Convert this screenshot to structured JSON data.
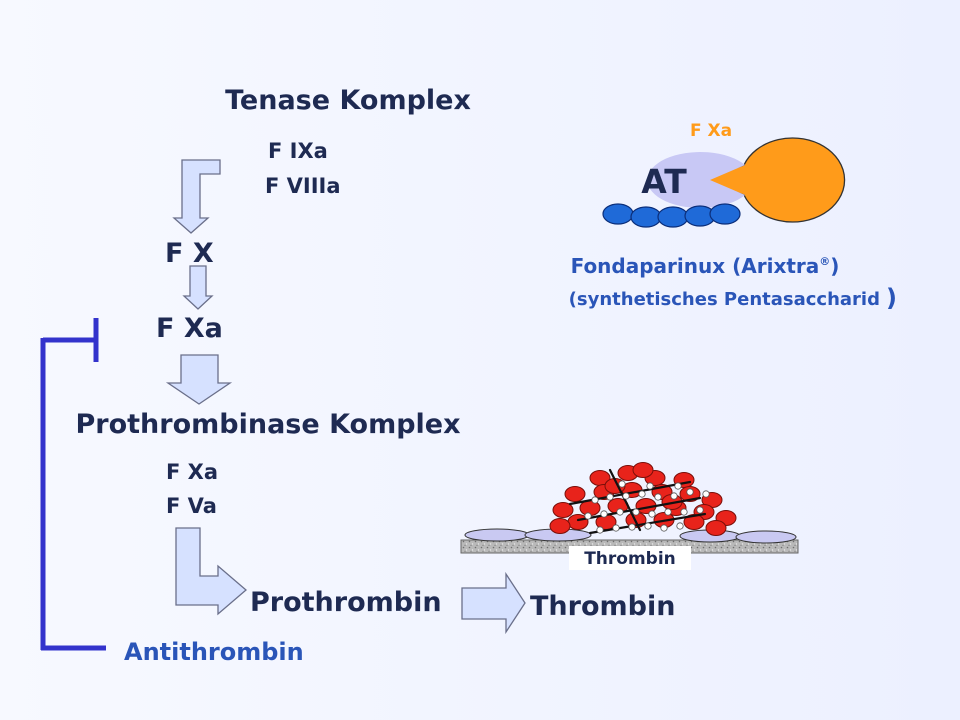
{
  "colors": {
    "text_dark": "#1e2a52",
    "text_blue": "#2a55b8",
    "inhibitor_line": "#3333cc",
    "arrow_fill": "#d6e1ff",
    "arrow_stroke": "#6a6f8a",
    "fxa_orange": "#ff9b1a",
    "at_lavender": "#c8c8f5",
    "pentasaccharide_blue": "#1f6ad8",
    "platelet_red": "#e8231b"
  },
  "cascade": {
    "tenase_title": "Tenase Komplex",
    "tenase_factor_1": "F IXa",
    "tenase_factor_2": "F VIIIa",
    "fx": "F X",
    "fxa": "F Xa",
    "prothrombinase_title": "Prothrombinase Komplex",
    "prothrombinase_factor_1": "F Xa",
    "prothrombinase_factor_2": "F Va",
    "prothrombin": "Prothrombin",
    "thrombin": "Thrombin",
    "antithrombin": "Antithrombin"
  },
  "complex": {
    "fxa_label": "F Xa",
    "at_label": "AT",
    "drug_name": "Fondaparinux (Arixtra",
    "drug_trademark": "®",
    "drug_name_close": ")",
    "drug_subtitle": "(synthetisches Pentasaccharid",
    "drug_subtitle_close": ")"
  },
  "clot": {
    "thrombin_label": "Thrombin"
  }
}
